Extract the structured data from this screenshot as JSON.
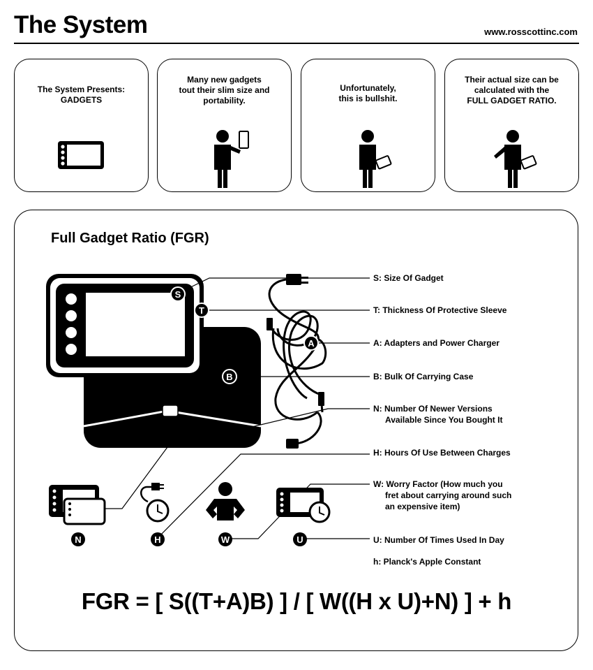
{
  "header": {
    "title": "The System",
    "website": "www.rosscottinc.com"
  },
  "panels": [
    {
      "lines": [
        "The System Presents:",
        "GADGETS"
      ]
    },
    {
      "lines": [
        "Many new gadgets",
        "tout their slim size and",
        "portability."
      ]
    },
    {
      "lines": [
        "Unfortunately,",
        "this is bullshit."
      ]
    },
    {
      "lines": [
        "Their actual size can be",
        "calculated with the",
        "FULL GADGET RATIO."
      ]
    }
  ],
  "fgr": {
    "heading": "Full Gadget Ratio (FGR)",
    "markers": [
      "S",
      "T",
      "A",
      "B",
      "N",
      "H",
      "W",
      "U"
    ],
    "labels": {
      "S": "S: Size Of Gadget",
      "T": "T: Thickness Of Protective Sleeve",
      "A": "A: Adapters and Power Charger",
      "B": "B: Bulk Of Carrying Case",
      "N1": "N: Number Of Newer Versions",
      "N2": "Available Since You Bought It",
      "H": "H: Hours Of Use Between Charges",
      "W1": "W: Worry Factor (How much you",
      "W2": "fret about carrying around such",
      "W3": "an expensive item)",
      "U": "U: Number Of Times Used In Day",
      "h": "h: Planck's Apple Constant"
    },
    "formula": "FGR = [ S((T+A)B) ] / [ W((H x U)+N) ] + h"
  }
}
